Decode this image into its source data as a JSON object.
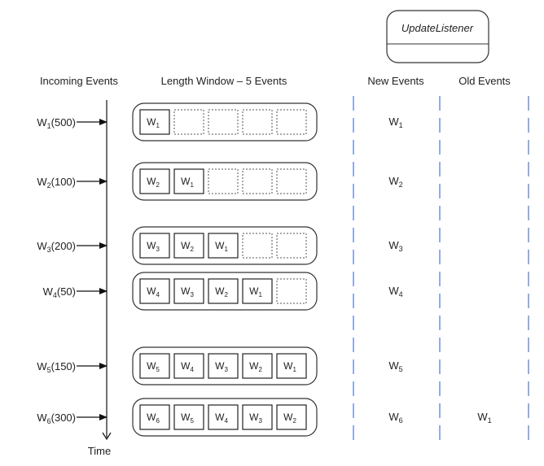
{
  "listener": {
    "label": "UpdateListener"
  },
  "headers": {
    "incoming": "Incoming Events",
    "window": "Length Window – 5 Events",
    "new_events": "New Events",
    "old_events": "Old Events"
  },
  "time_label": "Time",
  "window_size": 5,
  "rows": [
    {
      "event": {
        "name": "W",
        "sub": "1",
        "value": "(500)"
      },
      "cells": [
        {
          "name": "W",
          "sub": "1"
        }
      ],
      "new": {
        "name": "W",
        "sub": "1"
      },
      "old": null
    },
    {
      "event": {
        "name": "W",
        "sub": "2",
        "value": "(100)"
      },
      "cells": [
        {
          "name": "W",
          "sub": "2"
        },
        {
          "name": "W",
          "sub": "1"
        }
      ],
      "new": {
        "name": "W",
        "sub": "2"
      },
      "old": null
    },
    {
      "event": {
        "name": "W",
        "sub": "3",
        "value": "(200)"
      },
      "cells": [
        {
          "name": "W",
          "sub": "3"
        },
        {
          "name": "W",
          "sub": "2"
        },
        {
          "name": "W",
          "sub": "1"
        }
      ],
      "new": {
        "name": "W",
        "sub": "3"
      },
      "old": null
    },
    {
      "event": {
        "name": "W",
        "sub": "4",
        "value": "(50)"
      },
      "cells": [
        {
          "name": "W",
          "sub": "4"
        },
        {
          "name": "W",
          "sub": "3"
        },
        {
          "name": "W",
          "sub": "2"
        },
        {
          "name": "W",
          "sub": "1"
        }
      ],
      "new": {
        "name": "W",
        "sub": "4"
      },
      "old": null
    },
    {
      "event": {
        "name": "W",
        "sub": "5",
        "value": "(150)"
      },
      "cells": [
        {
          "name": "W",
          "sub": "5"
        },
        {
          "name": "W",
          "sub": "4"
        },
        {
          "name": "W",
          "sub": "3"
        },
        {
          "name": "W",
          "sub": "2"
        },
        {
          "name": "W",
          "sub": "1"
        }
      ],
      "new": {
        "name": "W",
        "sub": "5"
      },
      "old": null
    },
    {
      "event": {
        "name": "W",
        "sub": "6",
        "value": "(300)"
      },
      "cells": [
        {
          "name": "W",
          "sub": "6"
        },
        {
          "name": "W",
          "sub": "5"
        },
        {
          "name": "W",
          "sub": "4"
        },
        {
          "name": "W",
          "sub": "3"
        },
        {
          "name": "W",
          "sub": "2"
        }
      ],
      "new": {
        "name": "W",
        "sub": "6"
      },
      "old": {
        "name": "W",
        "sub": "1"
      }
    }
  ]
}
